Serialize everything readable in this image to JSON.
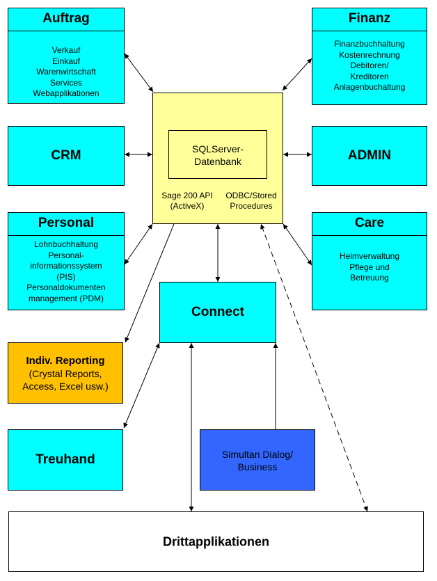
{
  "colors": {
    "module": "#00ffff",
    "database": "#ffff99",
    "reporting": "#ffc000",
    "simultan": "#3366ff",
    "white": "#ffffff"
  },
  "auftrag": {
    "title": "Auftrag",
    "items": [
      "Verkauf",
      "Einkauf",
      "Warenwirtschaft",
      "Services",
      "Webapplikationen"
    ]
  },
  "finanz": {
    "title": "Finanz",
    "items": [
      "Finanzbuchhaltung",
      "Kostenrechnung",
      "Debitoren/",
      "Kreditoren",
      "Anlagenbuchaltung"
    ]
  },
  "crm": {
    "title": "CRM"
  },
  "admin": {
    "title": "ADMIN"
  },
  "personal": {
    "title": "Personal",
    "items": [
      "Lohnbuchhaltung",
      "Personal-",
      "informationssystem",
      "(PIS)",
      "Personaldokumenten",
      "management (PDM)"
    ]
  },
  "care": {
    "title": "Care",
    "items": [
      "Heimverwaltung",
      "Pflege und",
      "Betreuung"
    ]
  },
  "database": {
    "line1": "SQLServer-",
    "line2": "Datenbank",
    "api_line1": "Sage 200 API",
    "api_line2": "(ActiveX)",
    "odbc_line1": "ODBC/Stored",
    "odbc_line2": "Procedures"
  },
  "connect": {
    "title": "Connect"
  },
  "reporting": {
    "title": "Indiv. Reporting",
    "line2": "(Crystal Reports,",
    "line3": "Access, Excel usw.)"
  },
  "treuhand": {
    "title": "Treuhand"
  },
  "simultan": {
    "line1": "Simultan Dialog/",
    "line2": "Business"
  },
  "drittapplikationen": {
    "title": "Drittapplikationen"
  }
}
